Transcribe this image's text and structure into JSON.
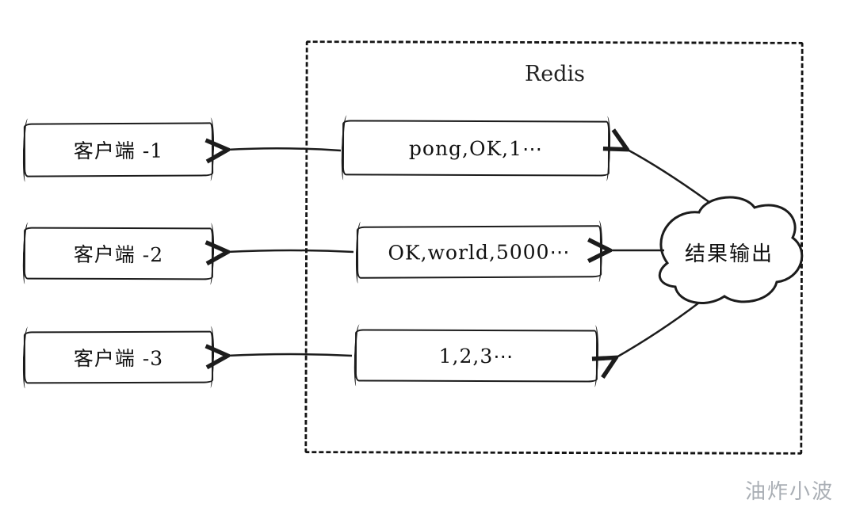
{
  "diagram": {
    "title": "Redis",
    "clients": [
      {
        "label": "客户端 -1"
      },
      {
        "label": "客户端 -2"
      },
      {
        "label": "客户端 -3"
      }
    ],
    "results": [
      {
        "label": "pong,OK,1⋯"
      },
      {
        "label": "OK,world,5000⋯"
      },
      {
        "label": "1,2,3⋯"
      }
    ],
    "cloud_label": "结果输出",
    "watermark": "油炸小波",
    "colors": {
      "stroke": "#1c1c1c",
      "background": "#ffffff",
      "watermark_gray": "#a9aeb4"
    }
  }
}
